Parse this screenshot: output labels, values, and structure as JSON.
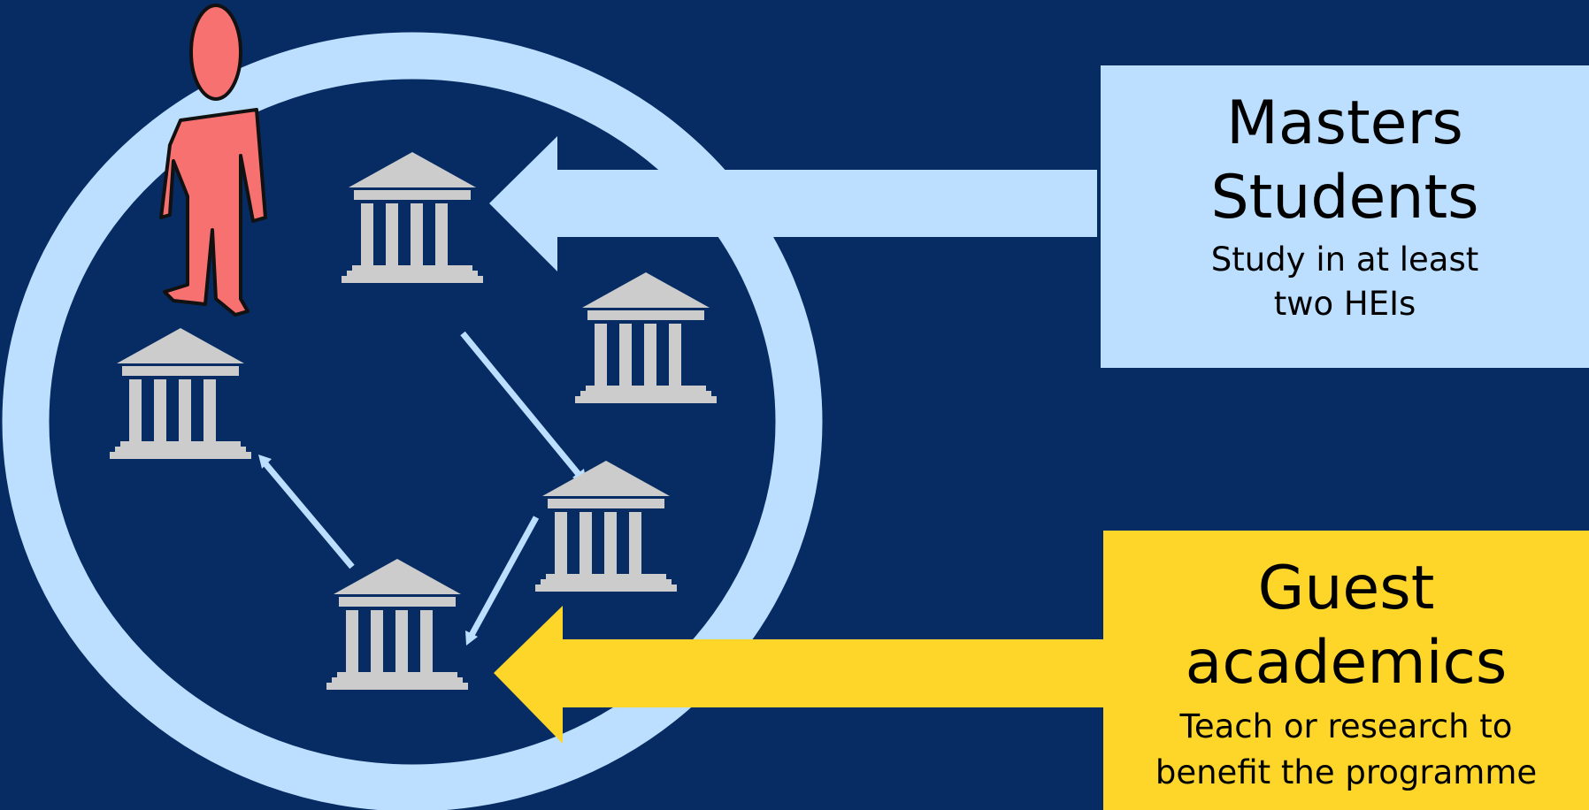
{
  "masters": {
    "title_line1": "Masters",
    "title_line2": "Students",
    "desc_line1": "Study in at least",
    "desc_line2": "two HEIs"
  },
  "guests": {
    "title_line1": "Guest",
    "title_line2": "academics",
    "desc_line1": "Teach or research to",
    "desc_line2": "benefit the programme"
  },
  "colors": {
    "background": "#062c63",
    "ring": "#bddfff",
    "masters_box": "#bddfff",
    "guest_box": "#fed629",
    "institution": "#cccccc",
    "person": "#f87171"
  },
  "icons": {
    "institution": "institution-building-icon",
    "person": "student-person-icon"
  }
}
